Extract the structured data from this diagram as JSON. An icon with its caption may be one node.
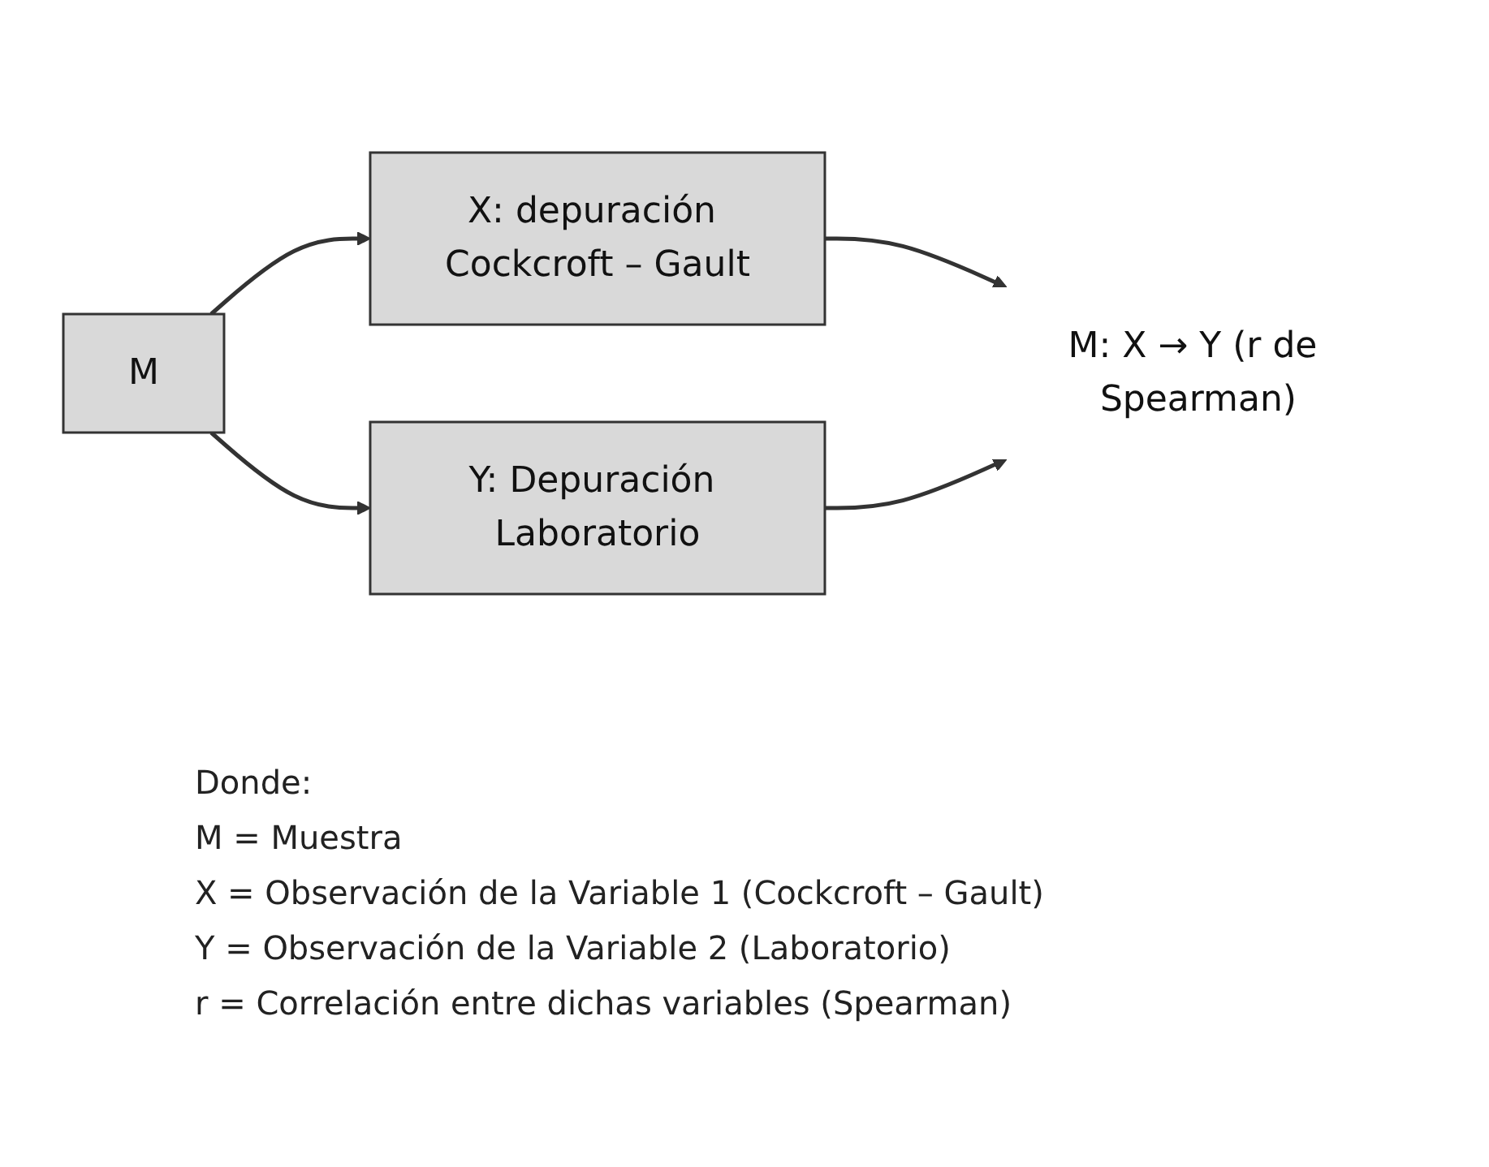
{
  "diagram": {
    "nodes": [
      {
        "text": [
          "M"
        ]
      },
      {
        "text": [
          "X: depuración Cockcroft – Gault"
        ]
      },
      {
        "text": [
          "M: X → Y (r de Spearman)"
        ]
      },
      {
        "text": [
          "Y: Depuración Laboratorio"
        ]
      }
    ],
    "edges": [
      {
        "from": 0,
        "to": 1,
        "arrow": "to"
      },
      {
        "from": 0,
        "to": 3,
        "arrow": "to"
      },
      {
        "from": 1,
        "to": 2,
        "arrow": "to"
      },
      {
        "from": 3,
        "to": 2,
        "arrow": "to"
      }
    ],
    "labels": [
      "Donde:",
      "M = Muestra",
      "X = Observación de la Variable 1 (Cockcroft – Gault)",
      "Y = Observación de la Variable 2 (Laboratorio)",
      "r = Correlación entre dichas variables (Spearman)"
    ]
  }
}
